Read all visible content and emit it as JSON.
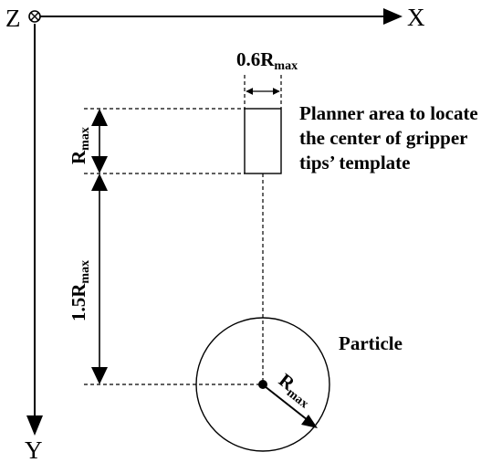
{
  "axes": {
    "z_label": "Z",
    "x_label": "X",
    "y_label": "Y"
  },
  "dimensions": {
    "width_label": {
      "coef": "0.6",
      "base": "R",
      "sub": "max"
    },
    "height_label": {
      "coef": "",
      "base": "R",
      "sub": "max"
    },
    "offset_label": {
      "coef": "1.5",
      "base": "R",
      "sub": "max"
    },
    "radius_label": {
      "coef": "",
      "base": "R",
      "sub": "max"
    }
  },
  "annotations": {
    "planner_area": [
      "Planner area to locate",
      "the center of gripper",
      "tips’ template"
    ],
    "particle": "Particle"
  },
  "colors": {
    "stroke": "#000000",
    "background": "#ffffff"
  }
}
